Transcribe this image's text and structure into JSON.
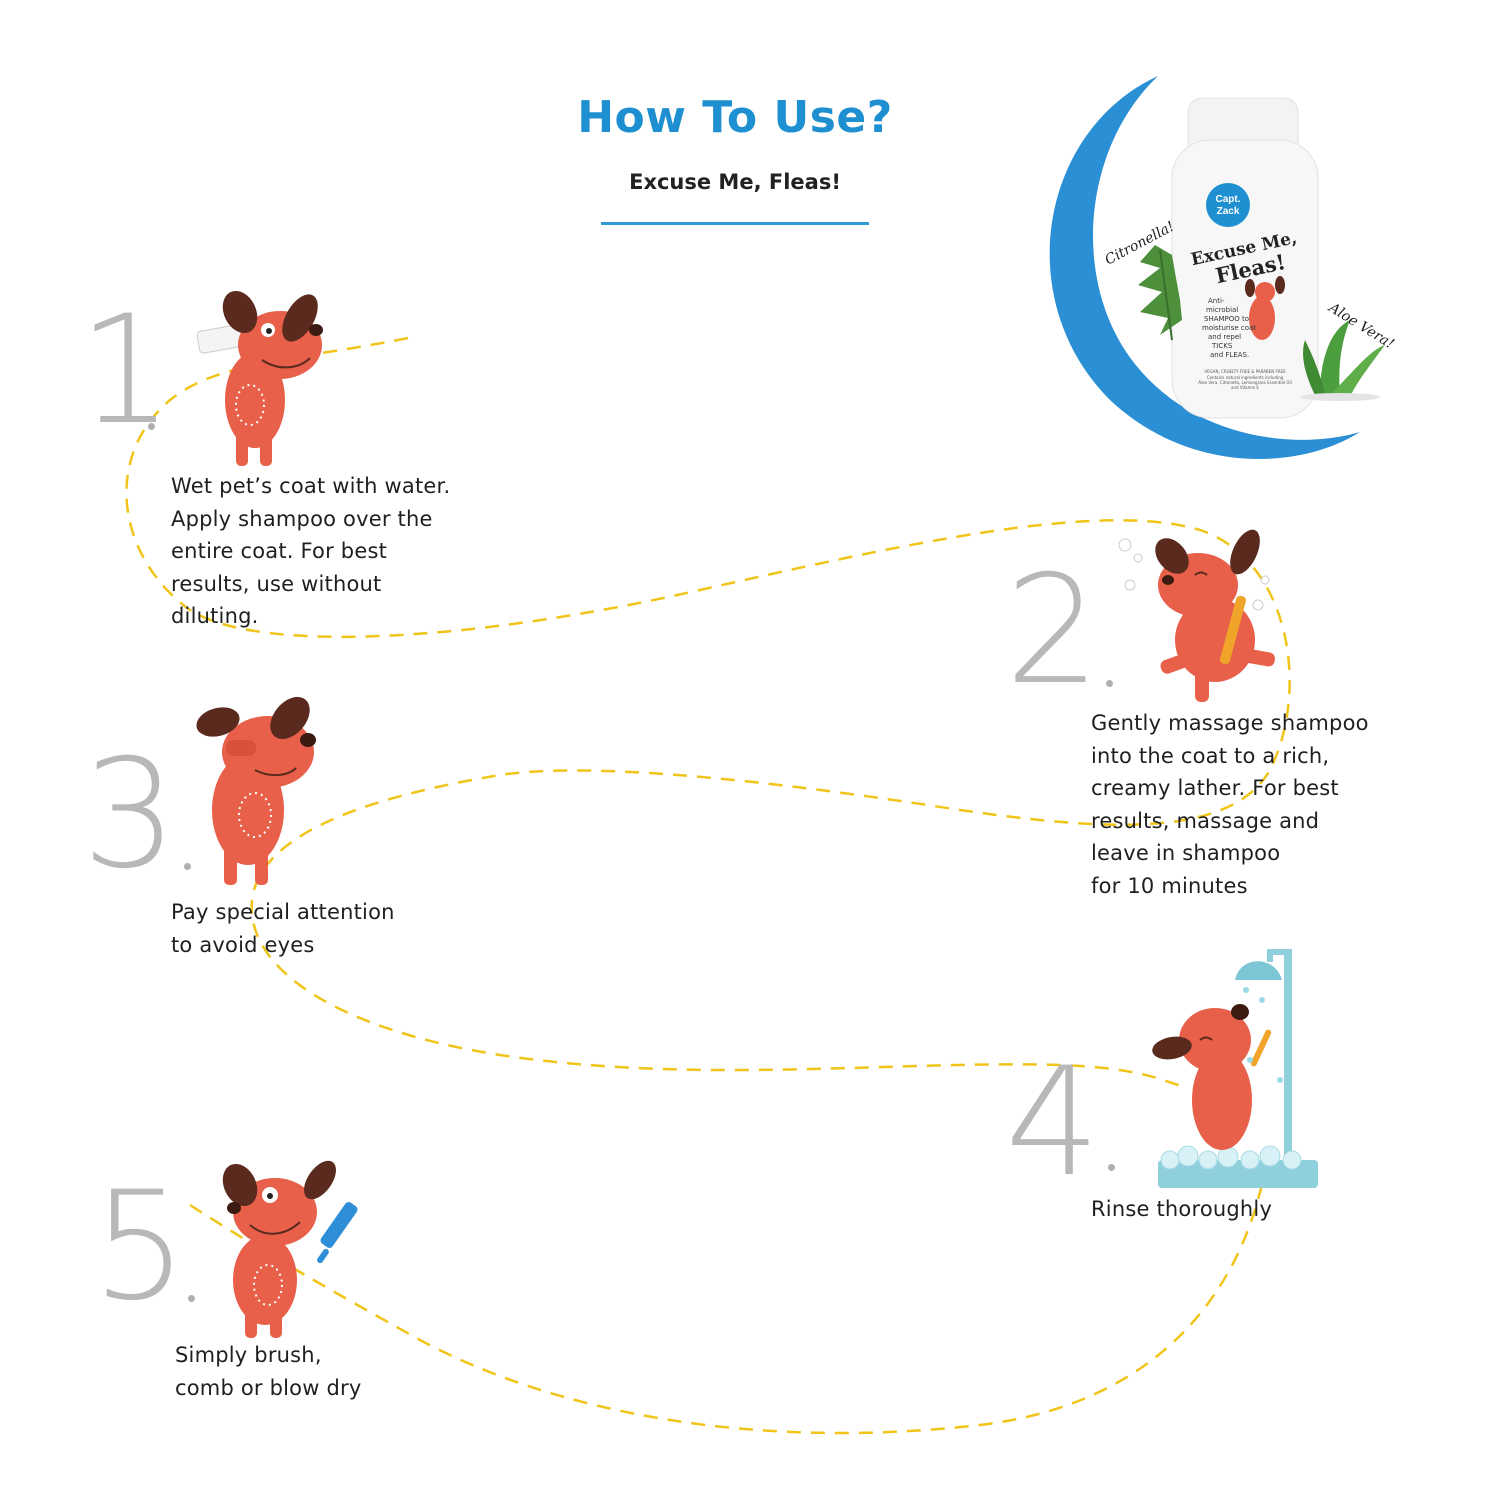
{
  "header": {
    "title": "How To Use?",
    "subtitle": "Excuse Me, Fleas!"
  },
  "product": {
    "brand_line1": "Capt.",
    "brand_line2": "Zack",
    "name_line1": "Excuse Me,",
    "name_line2": "Fleas!",
    "desc_line1": "Anti-",
    "desc_line2": "microbial",
    "desc_line3": "SHAMPOO to",
    "desc_line4": "moisturise coat",
    "desc_line5": "and repel",
    "desc_line6": "TICKS",
    "desc_line7": "and FLEAS.",
    "fine_print1": "VEGAN, CRUELTY FREE & PARABEN FREE",
    "fine_print2": "Contains natural ingredients including",
    "fine_print3": "Aloe Vera, Citronella, Lemongrass Essential Oil",
    "fine_print4": "and Vitamin E",
    "ingredient_left": "Citronella!",
    "ingredient_right": "Aloe Vera!"
  },
  "steps": [
    {
      "number": "1",
      "lines": [
        "Wet pet’s coat with water.",
        "Apply shampoo over the",
        "entire coat. For best",
        "results, use without",
        "diluting."
      ]
    },
    {
      "number": "2",
      "lines": [
        "Gently massage shampoo",
        "into the coat to a rich,",
        "creamy lather. For best",
        "results, massage and",
        "leave in shampoo",
        "for 10 minutes"
      ]
    },
    {
      "number": "3",
      "lines": [
        "Pay special attention",
        "to avoid eyes"
      ]
    },
    {
      "number": "4",
      "lines": [
        "Rinse thoroughly"
      ]
    },
    {
      "number": "5",
      "lines": [
        "Simply brush,",
        "comb or blow dry"
      ]
    }
  ],
  "colors": {
    "accent_blue": "#1e8fd0",
    "dog_orange": "#e8604a",
    "ear_brown": "#5a2a1e",
    "path_yellow": "#f0c419",
    "numeral_grey": "#b8b8b8",
    "shower_teal": "#8fd0dc"
  },
  "icons": [
    "dog-holding-bottle-icon",
    "dog-scrubbing-icon",
    "dog-covering-eyes-icon",
    "dog-in-shower-icon",
    "dog-with-brush-icon",
    "shampoo-bottle-icon",
    "citronella-leaf-icon",
    "aloe-vera-icon"
  ]
}
